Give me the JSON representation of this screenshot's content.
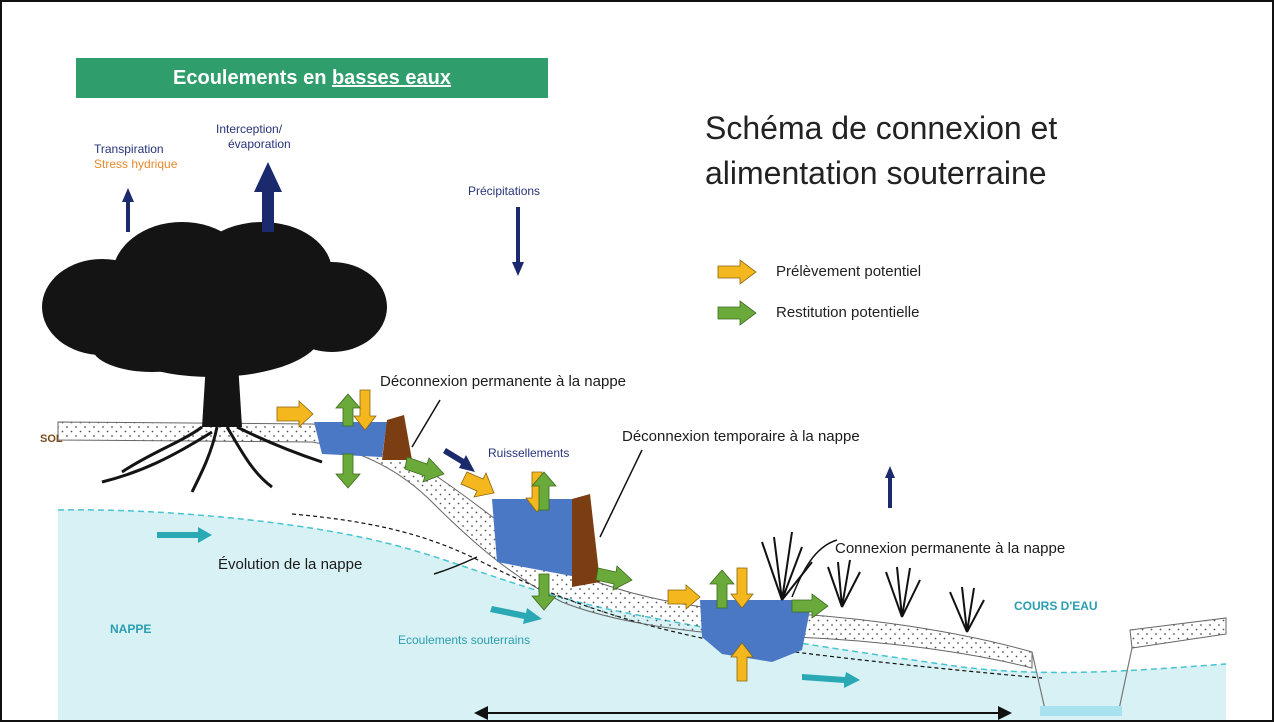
{
  "banner": {
    "prefix": "Ecoulements en ",
    "emphasis": "basses eaux"
  },
  "title": {
    "line1": "Schéma de connexion et",
    "line2": "alimentation souterraine"
  },
  "legend": [
    {
      "label": "Prélèvement potentiel",
      "color": "#f4b81e"
    },
    {
      "label": "Restitution potentielle",
      "color": "#6aaa3a"
    }
  ],
  "labels": {
    "transpiration": "Transpiration",
    "stress": "Stress hydrique",
    "interception1": "Interception/",
    "interception2": "évaporation",
    "precipitations": "Précipitations",
    "ruissellements": "Ruissellements",
    "sol": "SOL",
    "nappe": "NAPPE",
    "cours_eau": "COURS D'EAU",
    "ecoulements_souterrains": "Ecoulements souterrains",
    "evolution_nappe": "Évolution de la nappe",
    "deconnexion_permanente": "Déconnexion permanente à la nappe",
    "deconnexion_temporaire": "Déconnexion temporaire à la nappe",
    "connexion_permanente": "Connexion permanente à la nappe"
  },
  "colors": {
    "water_table": "#d8f1f5",
    "pond": "#4a78c4",
    "dam": "#7a3e12",
    "navy_arrow": "#1a2a6c",
    "teal_arrow": "#2aa9b5",
    "tree": "#141414"
  },
  "icons": [
    "tree-icon",
    "reed-icon"
  ]
}
